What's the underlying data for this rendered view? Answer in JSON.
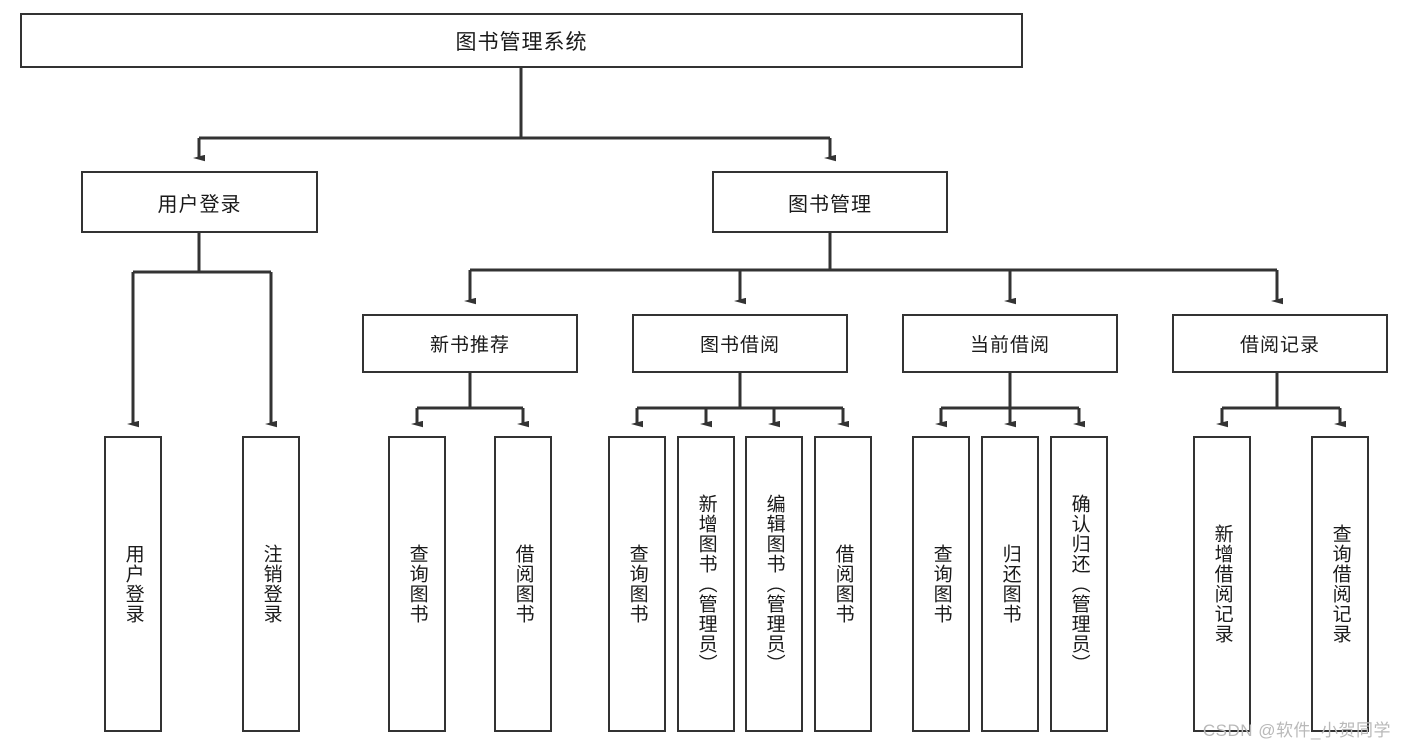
{
  "diagram": {
    "title": "图书管理系统",
    "type": "hierarchy-tree",
    "root": {
      "label": "图书管理系统"
    },
    "level1": [
      {
        "id": "user-login",
        "label": "用户登录"
      },
      {
        "id": "book-management",
        "label": "图书管理"
      }
    ],
    "level2": [
      {
        "id": "new-book-recommend",
        "label": "新书推荐",
        "parent": "book-management"
      },
      {
        "id": "book-borrow",
        "label": "图书借阅",
        "parent": "book-management"
      },
      {
        "id": "current-borrow",
        "label": "当前借阅",
        "parent": "book-management"
      },
      {
        "id": "borrow-record",
        "label": "借阅记录",
        "parent": "book-management"
      }
    ],
    "leaves": [
      {
        "id": "leaf-user-login",
        "label": "用户登录",
        "parent": "user-login"
      },
      {
        "id": "leaf-user-logout",
        "label": "注销登录",
        "parent": "user-login"
      },
      {
        "id": "leaf-query-book-1",
        "label": "查询图书",
        "parent": "new-book-recommend"
      },
      {
        "id": "leaf-borrow-book-1",
        "label": "借阅图书",
        "parent": "new-book-recommend"
      },
      {
        "id": "leaf-query-book-2",
        "label": "查询图书",
        "parent": "book-borrow"
      },
      {
        "id": "leaf-add-book",
        "label": "新增图书（管理员）",
        "parent": "book-borrow"
      },
      {
        "id": "leaf-edit-book",
        "label": "编辑图书（管理员）",
        "parent": "book-borrow"
      },
      {
        "id": "leaf-borrow-book-2",
        "label": "借阅图书",
        "parent": "book-borrow"
      },
      {
        "id": "leaf-query-book-3",
        "label": "查询图书",
        "parent": "current-borrow"
      },
      {
        "id": "leaf-return-book",
        "label": "归还图书",
        "parent": "current-borrow"
      },
      {
        "id": "leaf-confirm-return",
        "label": "确认归还（管理员）",
        "parent": "current-borrow"
      },
      {
        "id": "leaf-add-record",
        "label": "新增借阅记录",
        "parent": "borrow-record"
      },
      {
        "id": "leaf-query-record",
        "label": "查询借阅记录",
        "parent": "borrow-record"
      }
    ],
    "colors": {
      "stroke": "#333333",
      "fill": "#ffffff",
      "text": "#1a1a1a",
      "watermark": "#b9b9b9"
    }
  },
  "watermark": {
    "text": "CSDN @软件_小贺同学"
  }
}
